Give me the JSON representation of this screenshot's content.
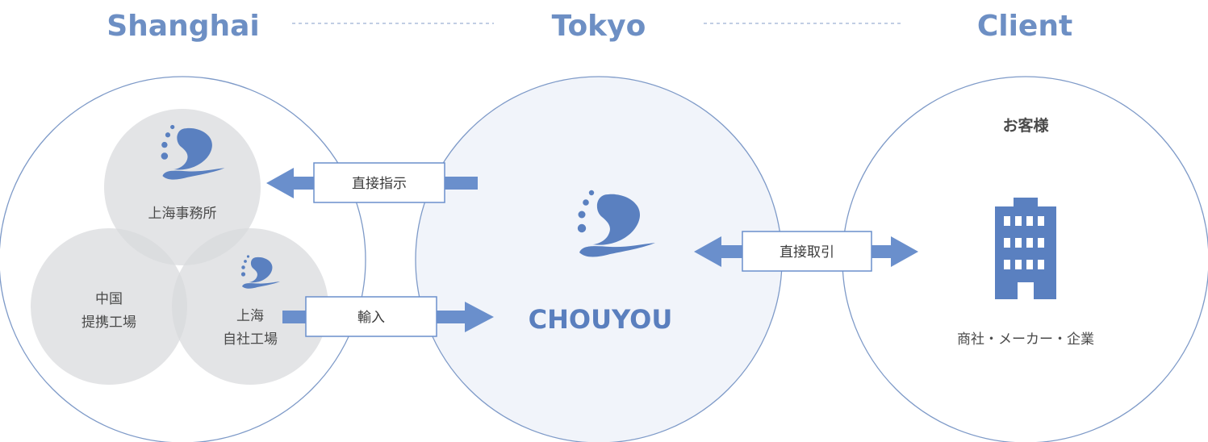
{
  "headings": {
    "shanghai": "Shanghai",
    "tokyo": "Tokyo",
    "client": "Client"
  },
  "shanghai": {
    "office_label": "上海事務所",
    "partner_line1": "中国",
    "partner_line2": "提携工場",
    "own_line1": "上海",
    "own_line2": "自社工場"
  },
  "tokyo": {
    "brand": "CHOUYOU"
  },
  "client": {
    "title": "お客様",
    "description": "商社・メーカー・企業"
  },
  "arrows": {
    "direct_instruction": "直接指示",
    "import": "輸入",
    "direct_trade": "直接取引"
  },
  "icons": {
    "logo": "chouyou-logo-icon",
    "building": "building-icon"
  },
  "colors": {
    "accent": "#6d8fc4",
    "arrow": "#6a8fcc",
    "circle_stroke": "#7e9ac8",
    "tokyo_fill": "#f1f4fa",
    "sub_circle": "#e2e3e6"
  }
}
